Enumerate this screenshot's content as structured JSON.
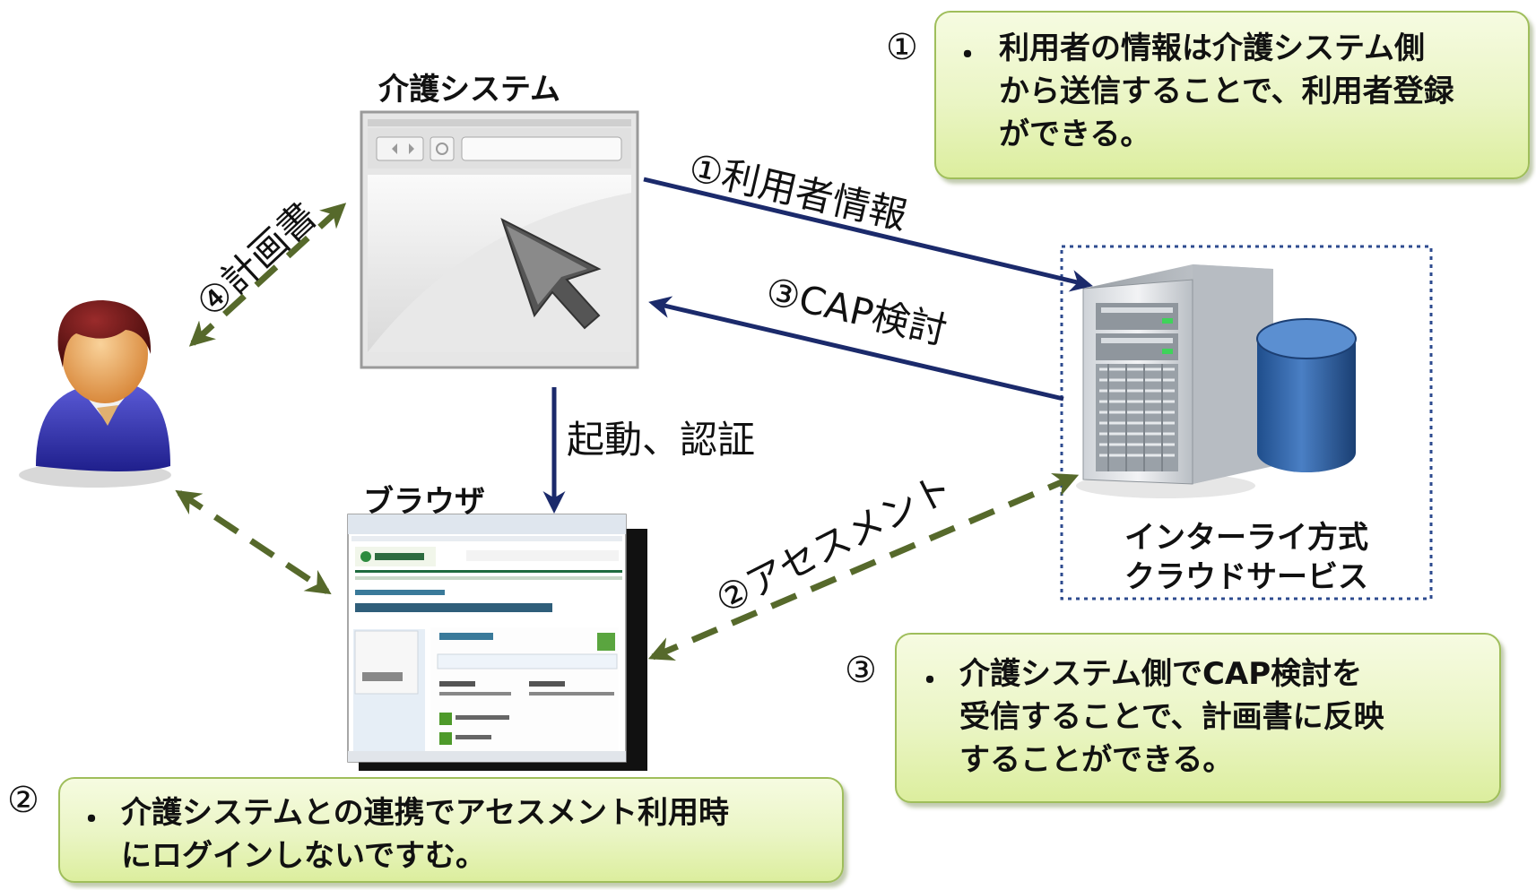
{
  "nodes": {
    "kaigo_system": "介護システム",
    "browser": "ブラウザ",
    "cloud": "インターライ方式\nクラウドサービス"
  },
  "flows": {
    "f1": "①利用者情報",
    "f2": "②アセスメント",
    "f3": "③CAP検討",
    "f4": "④計画書",
    "launch": "起動、認証"
  },
  "notes": [
    {
      "marker": "①",
      "bullet": "・",
      "text": "利用者の情報は介護システム側\nから送信することで、利用者登録\nができる。"
    },
    {
      "marker": "②",
      "bullet": "・",
      "text": "介護システムとの連携でアセスメント利用時\nにログインしないですむ。"
    },
    {
      "marker": "③",
      "bullet": "・",
      "text": "介護システム側でCAP検討を\n受信することで、計画書に反映\nすることができる。"
    }
  ],
  "colors": {
    "solid_arrow": "#1b2a6b",
    "dashed_arrow": "#56692b",
    "cloud_border": "#2e4b8f",
    "note_fill": "#eaf5c4",
    "note_border": "#9fbe5b"
  },
  "icons": [
    "user-avatar-icon",
    "browser-window-icon",
    "mouse-cursor-icon",
    "server-icon",
    "database-cylinder-icon",
    "browser-screenshot-icon"
  ]
}
